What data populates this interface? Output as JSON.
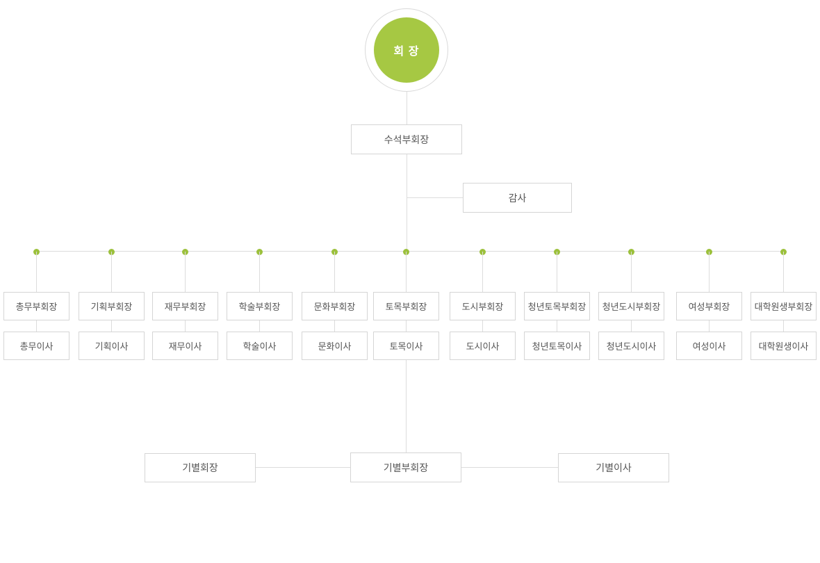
{
  "chart": {
    "root": {
      "label": "회 장"
    },
    "senior_vp": {
      "label": "수석부회장"
    },
    "auditor": {
      "label": "감사"
    },
    "branches": [
      {
        "head": "총무부회장",
        "sub": "총무이사"
      },
      {
        "head": "기획부회장",
        "sub": "기획이사"
      },
      {
        "head": "재무부회장",
        "sub": "재무이사"
      },
      {
        "head": "학술부회장",
        "sub": "학술이사"
      },
      {
        "head": "문화부회장",
        "sub": "문화이사"
      },
      {
        "head": "토목부회장",
        "sub": "토목이사"
      },
      {
        "head": "도시부회장",
        "sub": "도시이사"
      },
      {
        "head": "청년토목부회장",
        "sub": "청년토목이사"
      },
      {
        "head": "청년도시부회장",
        "sub": "청년도시이사"
      },
      {
        "head": "여성부회장",
        "sub": "여성이사"
      },
      {
        "head": "대학원생부회장",
        "sub": "대학원생이사"
      }
    ],
    "bottom": [
      {
        "label": "기별회장"
      },
      {
        "label": "기별부회장"
      },
      {
        "label": "기별이사"
      }
    ],
    "colors": {
      "accent_green_circle": "#a6c843",
      "accent_green_dot": "#9cc13c",
      "line_gray": "#dcdcdc",
      "box_border_gray": "#d5d5d5",
      "text_gray": "#555555"
    }
  }
}
